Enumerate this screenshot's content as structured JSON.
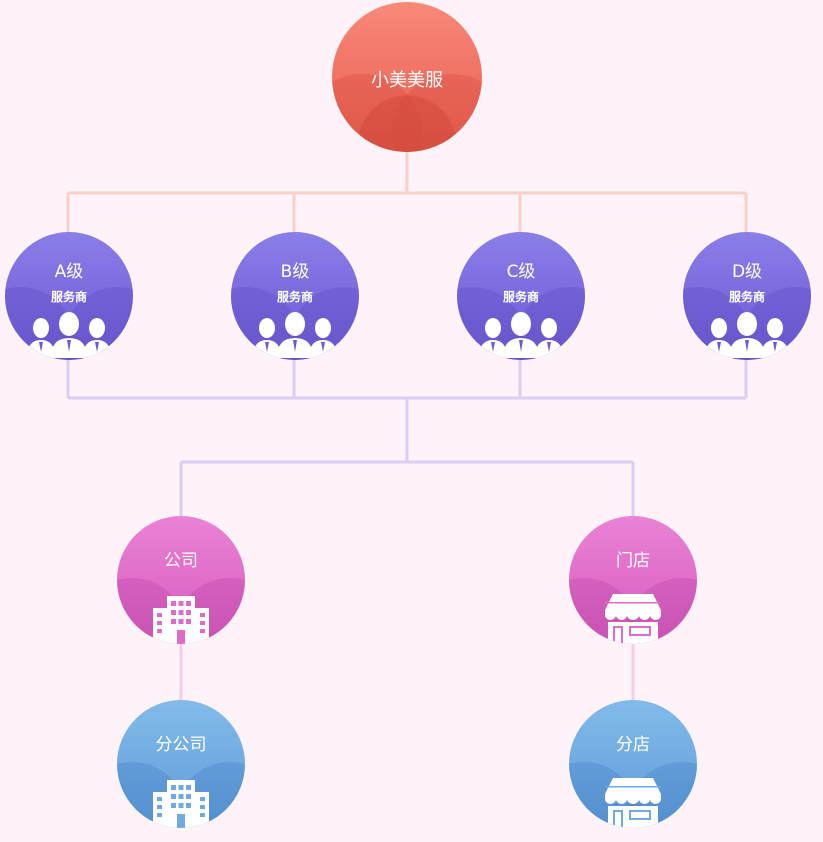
{
  "root": {
    "label": "小美美服"
  },
  "providers": [
    {
      "title": "A级",
      "subtitle": "服务商",
      "icon": "people-icon"
    },
    {
      "title": "B级",
      "subtitle": "服务商",
      "icon": "people-icon"
    },
    {
      "title": "C级",
      "subtitle": "服务商",
      "icon": "people-icon"
    },
    {
      "title": "D级",
      "subtitle": "服务商",
      "icon": "people-icon"
    }
  ],
  "branches": {
    "company": {
      "label": "公司",
      "icon": "office-building-icon"
    },
    "store": {
      "label": "门店",
      "icon": "storefront-icon"
    },
    "sub_company": {
      "label": "分公司",
      "icon": "office-building-icon"
    },
    "sub_store": {
      "label": "分店",
      "icon": "storefront-icon"
    }
  },
  "colors": {
    "background": "#fef3f8",
    "root": "#f07062",
    "provider": "#7b6bdd",
    "level2": "#df6cc8",
    "level3": "#6fa9e0",
    "line_top": "#f9cfc9",
    "line_mid": "#dccdf2",
    "line_low": "#f6cde8"
  }
}
